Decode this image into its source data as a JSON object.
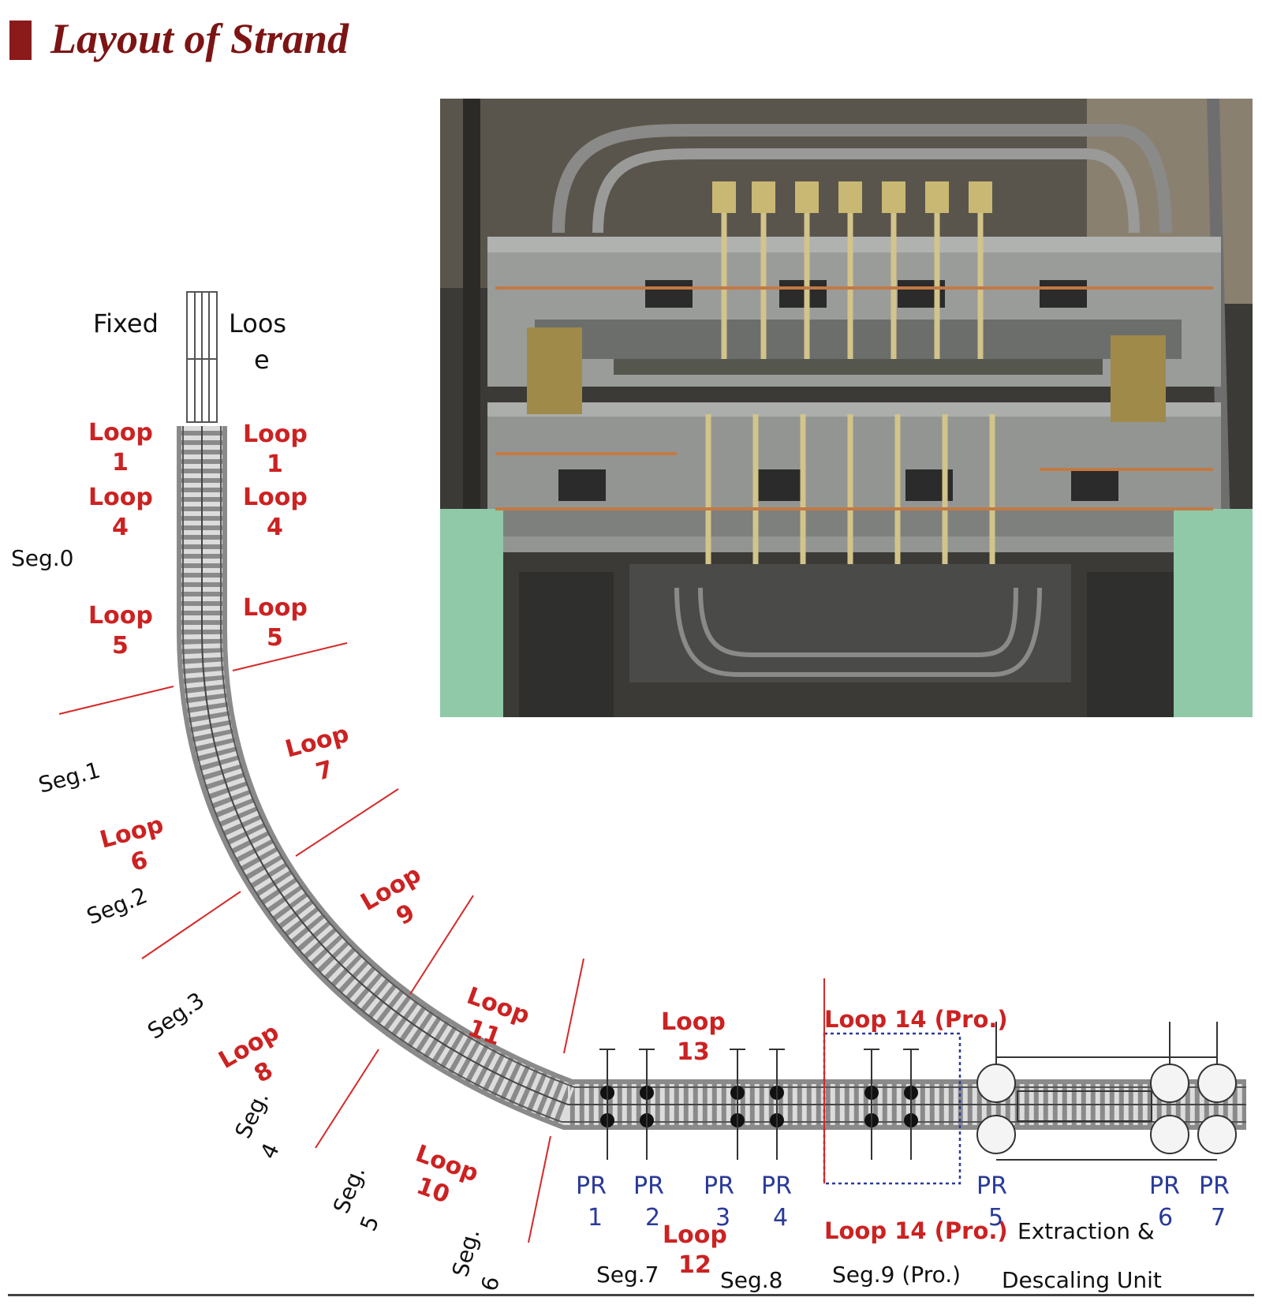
{
  "title": "Layout of Strand",
  "labels": {
    "fixed": "Fixed",
    "loose_1": "Loos",
    "loose_2": "e",
    "seg0": "Seg.0",
    "seg1": "Seg.1",
    "seg2": "Seg.2",
    "seg3": "Seg.3",
    "seg4_1": "Seg.",
    "seg4_2": "4",
    "seg5_1": "Seg.",
    "seg5_2": "5",
    "seg6_1": "Seg.",
    "seg6_2": "6",
    "seg7": "Seg.7",
    "seg8": "Seg.8",
    "seg9": "Seg.9 (Pro.)",
    "extraction_1": "Extraction &",
    "extraction_2": "Descaling Unit",
    "loop_word": "Loop",
    "loop1": "1",
    "loop4": "4",
    "loop5": "5",
    "loop6": "6",
    "loop7": "7",
    "loop8": "8",
    "loop9": "9",
    "loop10": "10",
    "loop11": "11",
    "loop12": "12",
    "loop13": "13",
    "loop14": "Loop 14 (Pro.)",
    "pr_word": "PR",
    "pr1": "1",
    "pr2": "2",
    "pr3": "3",
    "pr4": "4",
    "pr5": "5",
    "pr6": "6",
    "pr7": "7"
  },
  "colors": {
    "title": "#7d1414",
    "segment_text": "#111111",
    "loop_text": "#cc2222",
    "pr_text": "#2a3a9a",
    "divider": "#d62828"
  }
}
